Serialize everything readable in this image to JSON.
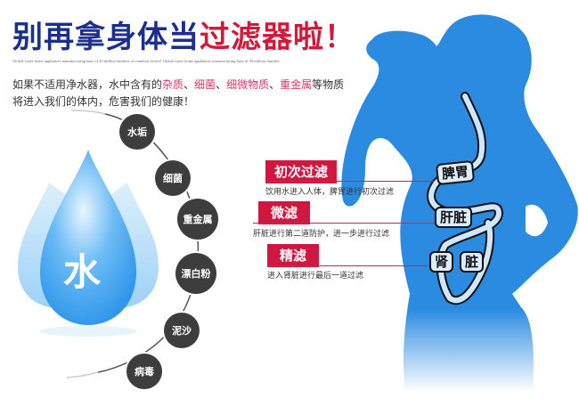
{
  "header": {
    "title_blue": "别再拿身体当",
    "title_red": "过滤器啦！",
    "subtitle": "Global water home appliances manufacturing base of 30 million families of common choice! Global water home appliances manufacturing base of 30 million families"
  },
  "intro": {
    "line1_prefix": "如果不适用净水器，水中含有的",
    "highlights": [
      "杂质",
      "细菌",
      "细微物质",
      "重金属"
    ],
    "separator": "、",
    "line1_suffix": "等物质",
    "line2": "将进入我们的体内，危害我们的健康！"
  },
  "water_drop": {
    "label": "水",
    "colors": {
      "main": "#3aa0ee",
      "light": "#bfe2fb"
    }
  },
  "contaminants": [
    {
      "label": "水垢"
    },
    {
      "label": "细菌"
    },
    {
      "label": "重金属"
    },
    {
      "label": "漂白粉"
    },
    {
      "label": "泥沙"
    },
    {
      "label": "病毒"
    }
  ],
  "stages": [
    {
      "label": "初次过滤",
      "desc": "饮用水进入人体，脾胃进行初次过滤"
    },
    {
      "label": "微滤",
      "desc": "肝脏进行第二道防护，进一步进行过滤"
    },
    {
      "label": "精滤",
      "desc": "进入肾脏进行最后一道过滤"
    }
  ],
  "organs": [
    {
      "label": "脾胃"
    },
    {
      "label": "肝脏"
    },
    {
      "label": "肾"
    },
    {
      "label": "脏"
    }
  ],
  "colors": {
    "title_blue": "#1a2f8f",
    "accent_red": "#d0173f",
    "highlight_pink": "#d2386a",
    "silhouette_blue": "#2a8be0",
    "node_dark": "#3d3d3d"
  }
}
